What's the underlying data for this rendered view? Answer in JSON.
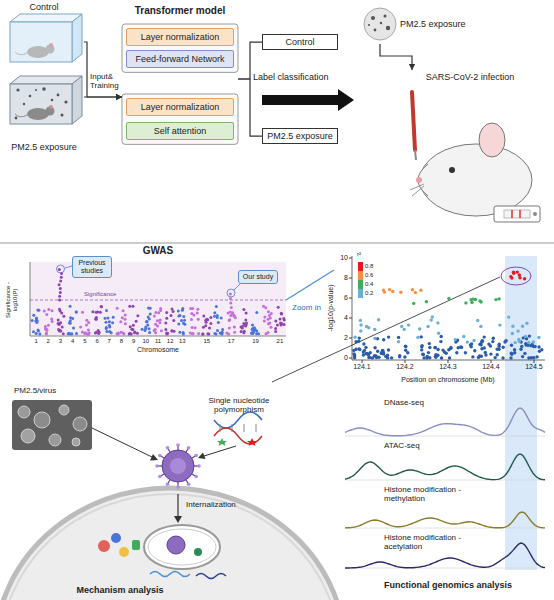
{
  "diagram": {
    "nodes": [
      {
        "text": [
          "Control"
        ]
      },
      {
        "text": [
          "PM2.5 exposure"
        ]
      },
      {
        "text": [
          "Transformer model"
        ]
      },
      {
        "text": [
          "Layer normalization"
        ],
        "in": 2
      },
      {
        "text": [
          "Feed-forward Network"
        ],
        "in": 2
      },
      {
        "text": [
          "Layer normalization"
        ],
        "in": 2
      },
      {
        "text": [
          "Self attention"
        ],
        "in": 2
      },
      {
        "text": [
          "Control"
        ]
      },
      {
        "text": [
          "PM2.5 exposure"
        ]
      },
      {
        "text": [
          "PM2.5 exposure"
        ]
      },
      {
        "text": [
          "SARS-CoV-2 infection"
        ]
      },
      {
        "text": [
          "Previous studies"
        ]
      },
      {
        "text": [
          "Our study"
        ]
      }
    ],
    "edges": [
      {
        "from": 0,
        "to": 2,
        "arrow": "to"
      },
      {
        "from": 1,
        "to": 2,
        "arrow": "to"
      },
      {
        "from": 2,
        "to": 7,
        "arrow": "none"
      },
      {
        "from": 2,
        "to": 8,
        "arrow": "none"
      },
      {
        "from": 9,
        "to": 10,
        "arrow": "to"
      }
    ],
    "labels": [
      "Input& Training",
      "Label classification",
      "GWAS",
      "Significance -log10(P)",
      "Significance",
      "Chromosome",
      "1",
      "2",
      "3",
      "4",
      "5",
      "6",
      "7",
      "8",
      "9",
      "10",
      "11",
      "12",
      "13",
      "15",
      "17",
      "19",
      "21",
      "Zoom in",
      "PM2.5/virus",
      "Single nucleotide polymorphism",
      "Internalization",
      "Mechanism analysis",
      "-log10(p-value)",
      "r²",
      "0",
      "2",
      "4",
      "6",
      "8",
      "10",
      "124.1",
      "124.2",
      "124.3",
      "124.4",
      "124.5",
      "Position on chromosome (Mb)",
      "DNase-seq",
      "ATAC-seq",
      "Histone modification -methylation",
      "Histone modification -acetylation",
      "Functional genomics analysis"
    ],
    "legend": [
      {
        "text": "0.8",
        "color": "#e41a1c"
      },
      {
        "text": "0.6",
        "color": "#fd8d3c"
      },
      {
        "text": "0.4",
        "color": "#41ab5d"
      },
      {
        "text": "0.2",
        "color": "#6baed6"
      }
    ]
  }
}
